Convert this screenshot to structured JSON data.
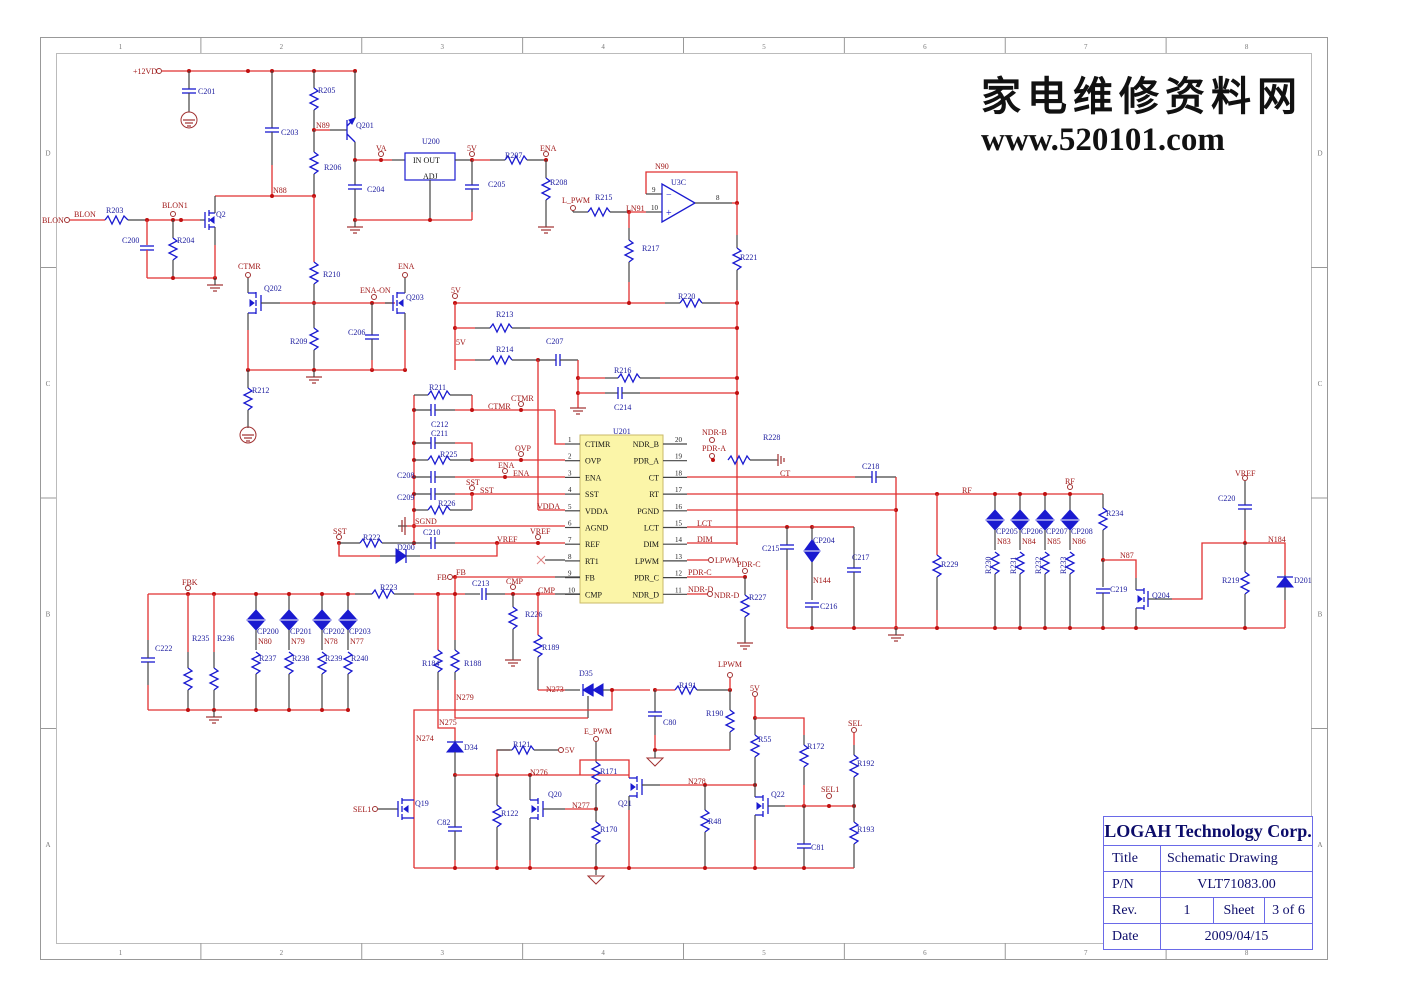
{
  "border": {
    "columns": [
      "1",
      "2",
      "3",
      "4",
      "5",
      "6",
      "7",
      "8"
    ],
    "rows": [
      "D",
      "C",
      "B",
      "A"
    ]
  },
  "watermark": {
    "chinese": "家电维修资料网",
    "url": "www.520101.com"
  },
  "title_block": {
    "company": "LOGAH Technology Corp.",
    "title_label": "Title",
    "title_value": "Schematic Drawing",
    "pn_label": "P/N",
    "pn_value": "VLT71083.00",
    "rev_label": "Rev.",
    "rev_value": "1",
    "sheet_label": "Sheet",
    "sheet_value": "3  of  6",
    "date_label": "Date",
    "date_value": "2009/04/15"
  },
  "colors": {
    "wire": "#e03030",
    "symbol": "#1a1ad0",
    "net_label": "#a01818",
    "ic_fill": "#fbf5a8",
    "title_border": "#6a6ae8"
  },
  "u201": {
    "ref": "U201",
    "left_pins": [
      {
        "num": "1",
        "name": "CTIMR"
      },
      {
        "num": "2",
        "name": "OVP"
      },
      {
        "num": "3",
        "name": "ENA"
      },
      {
        "num": "4",
        "name": "SST"
      },
      {
        "num": "5",
        "name": "VDDA"
      },
      {
        "num": "6",
        "name": "AGND"
      },
      {
        "num": "7",
        "name": "REF"
      },
      {
        "num": "8",
        "name": "RT1"
      },
      {
        "num": "9",
        "name": "FB"
      },
      {
        "num": "10",
        "name": "CMP"
      }
    ],
    "right_pins": [
      {
        "num": "20",
        "name": "NDR_B"
      },
      {
        "num": "19",
        "name": "PDR_A"
      },
      {
        "num": "18",
        "name": "CT"
      },
      {
        "num": "17",
        "name": "RT"
      },
      {
        "num": "16",
        "name": "PGND"
      },
      {
        "num": "15",
        "name": "LCT"
      },
      {
        "num": "14",
        "name": "DIM"
      },
      {
        "num": "13",
        "name": "LPWM"
      },
      {
        "num": "12",
        "name": "PDR_C"
      },
      {
        "num": "11",
        "name": "NDR_D"
      }
    ]
  },
  "u200": {
    "ref": "U200",
    "in_out": "IN  OUT",
    "adj": "ADJ"
  },
  "u3c": {
    "ref": "U3C",
    "pin_inv": "9",
    "pin_noninv": "10",
    "pin_out": "8"
  },
  "components": {
    "resistors": [
      {
        "ref": "R203"
      },
      {
        "ref": "R204"
      },
      {
        "ref": "R205"
      },
      {
        "ref": "R206"
      },
      {
        "ref": "R207"
      },
      {
        "ref": "R208"
      },
      {
        "ref": "R209"
      },
      {
        "ref": "R210"
      },
      {
        "ref": "R211"
      },
      {
        "ref": "R212"
      },
      {
        "ref": "R213"
      },
      {
        "ref": "R214"
      },
      {
        "ref": "R215"
      },
      {
        "ref": "R216"
      },
      {
        "ref": "R217"
      },
      {
        "ref": "R219"
      },
      {
        "ref": "R220"
      },
      {
        "ref": "R221"
      },
      {
        "ref": "R222"
      },
      {
        "ref": "R223"
      },
      {
        "ref": "R224"
      },
      {
        "ref": "R225"
      },
      {
        "ref": "R226"
      },
      {
        "ref": "R227"
      },
      {
        "ref": "R228"
      },
      {
        "ref": "R229"
      },
      {
        "ref": "R230"
      },
      {
        "ref": "R231"
      },
      {
        "ref": "R232"
      },
      {
        "ref": "R233"
      },
      {
        "ref": "R234"
      },
      {
        "ref": "R235"
      },
      {
        "ref": "R236"
      },
      {
        "ref": "R237"
      },
      {
        "ref": "R238"
      },
      {
        "ref": "R239"
      },
      {
        "ref": "R240"
      },
      {
        "ref": "R184"
      },
      {
        "ref": "R188"
      },
      {
        "ref": "R189"
      },
      {
        "ref": "R190"
      },
      {
        "ref": "R191"
      },
      {
        "ref": "R121"
      },
      {
        "ref": "R122"
      },
      {
        "ref": "R170"
      },
      {
        "ref": "R171"
      },
      {
        "ref": "R172"
      },
      {
        "ref": "R192"
      },
      {
        "ref": "R193"
      },
      {
        "ref": "R48"
      },
      {
        "ref": "R55"
      }
    ],
    "capacitors": [
      {
        "ref": "C200"
      },
      {
        "ref": "C201"
      },
      {
        "ref": "C203"
      },
      {
        "ref": "C204"
      },
      {
        "ref": "C205"
      },
      {
        "ref": "C206"
      },
      {
        "ref": "C207"
      },
      {
        "ref": "C208"
      },
      {
        "ref": "C209"
      },
      {
        "ref": "C210"
      },
      {
        "ref": "C211"
      },
      {
        "ref": "C212"
      },
      {
        "ref": "C213"
      },
      {
        "ref": "C214"
      },
      {
        "ref": "C215"
      },
      {
        "ref": "C216"
      },
      {
        "ref": "C217"
      },
      {
        "ref": "C218"
      },
      {
        "ref": "C219"
      },
      {
        "ref": "C220"
      },
      {
        "ref": "C222"
      },
      {
        "ref": "C80"
      },
      {
        "ref": "C81"
      },
      {
        "ref": "C82"
      }
    ],
    "cp_pads": [
      {
        "ref": "CP200"
      },
      {
        "ref": "CP201"
      },
      {
        "ref": "CP202"
      },
      {
        "ref": "CP203"
      },
      {
        "ref": "CP204"
      },
      {
        "ref": "CP205"
      },
      {
        "ref": "CP206"
      },
      {
        "ref": "CP207"
      },
      {
        "ref": "CP208"
      }
    ],
    "transistors": [
      {
        "ref": "Q2"
      },
      {
        "ref": "Q201"
      },
      {
        "ref": "Q202"
      },
      {
        "ref": "Q203"
      },
      {
        "ref": "Q204"
      },
      {
        "ref": "Q19"
      },
      {
        "ref": "Q20"
      },
      {
        "ref": "Q21"
      },
      {
        "ref": "Q22"
      }
    ],
    "diodes": [
      {
        "ref": "D200"
      },
      {
        "ref": "D201"
      },
      {
        "ref": "D34"
      },
      {
        "ref": "D35"
      }
    ]
  },
  "nets": {
    "p12vd": "+12VD",
    "blon": "BLON",
    "blon1": "BLON1",
    "n88": "N88",
    "n89": "N89",
    "va": "VA",
    "v5": "5V",
    "ena": "ENA",
    "l_pwm": "L_PWM",
    "ln91": "LN91",
    "n90": "N90",
    "ctmr": "CTMR",
    "ena_on": "ENA-ON",
    "ovp": "OVP",
    "sst": "SST",
    "vdda": "VDDA",
    "sgnd": "SGND",
    "vref": "VREF",
    "fb": "FB",
    "fbk": "FBK",
    "cmp": "CMP",
    "ndr_b": "NDR-B",
    "pdr_a": "PDR-A",
    "ct": "CT",
    "rf": "RF",
    "lct": "LCT",
    "dim": "DIM",
    "lpwm": "LPWM",
    "pdr_c": "PDR-C",
    "ndr_d": "NDR-D",
    "n144": "N144",
    "n83": "N83",
    "n84": "N84",
    "n85": "N85",
    "n86": "N86",
    "n87": "N87",
    "n184": "N184",
    "n80": "N80",
    "n79": "N79",
    "n78": "N78",
    "n77": "N77",
    "n273": "N273",
    "n274": "N274",
    "n275": "N275",
    "n276": "N276",
    "n277": "N277",
    "n278": "N278",
    "n279": "N279",
    "e_pwm": "E_PWM",
    "sel": "SEL",
    "sel1": "SEL1"
  }
}
